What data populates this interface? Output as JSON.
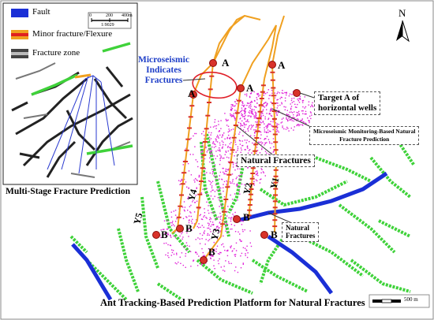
{
  "colors": {
    "fault": "#1a2fd6",
    "minor_fracture": "#f0a020",
    "fracture_zone": "#2a2a2a",
    "green_fracture": "#3fd23a",
    "well_track": "#f0a020",
    "well_point": "#d8322a",
    "microseismic": "#e020d8",
    "microseismic_label": "#1f3fc8"
  },
  "legend": {
    "fault": "Fault",
    "minor_fracture": "Minor fracture/Flexure",
    "fracture_zone": "Fracture zone"
  },
  "inset_scale": {
    "ticks": [
      "0",
      "200",
      "400m"
    ],
    "ratio": "1:9029"
  },
  "inset_title": "Multi-Stage Fracture Prediction",
  "annotations": {
    "microseismic": "Microseismic\nIndicates\nFractures",
    "target_a": "Target A of\nhorizontal wells",
    "microseismic_monitoring": "Microseismic Monitoring-Based Natural\nFracture Prediction",
    "natural_fractures_main": "Natural Fractures",
    "natural_fractures_small": "Natural\nFractures"
  },
  "well_labels": {
    "a": "A",
    "b": "B",
    "y1": "Y1",
    "y2": "Y2",
    "y3": "Y3",
    "y4": "Y4",
    "y5": "Y5"
  },
  "north": "N",
  "main_scale": "500 m",
  "bottom_title": "Ant Tracking-Based Prediction Platform for Natural Fractures"
}
